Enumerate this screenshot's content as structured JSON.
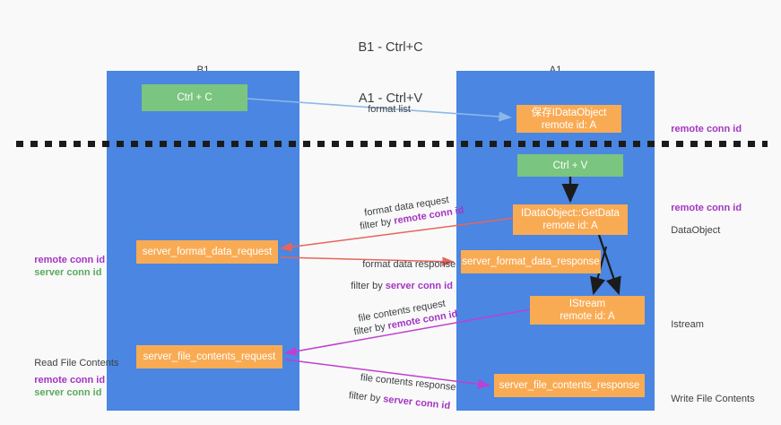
{
  "title": {
    "line1": "B1 - Ctrl+C",
    "line2": "A1 - Ctrl+V"
  },
  "columns": [
    {
      "name": "B1",
      "role": "connection"
    },
    {
      "name": "A1",
      "role": "remote"
    }
  ],
  "nodes": {
    "ctrl_c": {
      "label": "Ctrl + C"
    },
    "save_dataobject": {
      "line1": "保存IDataObject",
      "line2": "remote id: A"
    },
    "ctrl_v": {
      "label": "Ctrl + V"
    },
    "getdata": {
      "line1": "IDataObject::GetData",
      "line2": "remote id: A"
    },
    "server_format_data_request": {
      "label": "server_format_data_request"
    },
    "server_format_data_response": {
      "label": "server_format_data_response"
    },
    "istream": {
      "line1": "IStream",
      "line2": "remote id: A"
    },
    "server_file_contents_request": {
      "label": "server_file_contents_request"
    },
    "server_file_contents_response": {
      "label": "server_file_contents_response"
    }
  },
  "edge_labels": {
    "format_list": "format list",
    "format_data_request": "format data request",
    "format_data_request_filter_prefix": "filter by ",
    "format_data_request_filter_key": "remote conn id",
    "format_data_response": "format data response",
    "format_data_response_filter_prefix": "filter by ",
    "format_data_response_filter_key": "server conn id",
    "file_contents_request": "file contents request",
    "file_contents_request_filter_prefix": "filter by ",
    "file_contents_request_filter_key": "remote conn id",
    "file_contents_response": "file contents response",
    "file_contents_response_filter_prefix": "filter by ",
    "file_contents_response_filter_key": "server conn id"
  },
  "annotations": {
    "right_top_remote_conn_id": "remote conn id",
    "right_mid_remote_conn_id": "remote conn id",
    "right_dataobject": "DataObject",
    "right_istream": "Istream",
    "right_write_file_contents": "Write File Contents",
    "left_remote_conn_id": "remote conn id",
    "left_server_conn_id": "server conn id",
    "left_read_file_contents": "Read File Contents",
    "left_remote_conn_id_2": "remote conn id",
    "left_server_conn_id_2": "server conn id"
  },
  "colors": {
    "lane_blue": "#4a86e2",
    "node_green": "#7ac57f",
    "node_orange": "#f9ab54",
    "accent_purple": "#a435c4",
    "accent_green": "#5aa95f",
    "arrow_lightblue": "#8bb8e8",
    "arrow_red": "#e8645a",
    "arrow_magenta": "#c03fd0",
    "arrow_black": "#1b1b1b",
    "background": "#f9f9f9"
  }
}
